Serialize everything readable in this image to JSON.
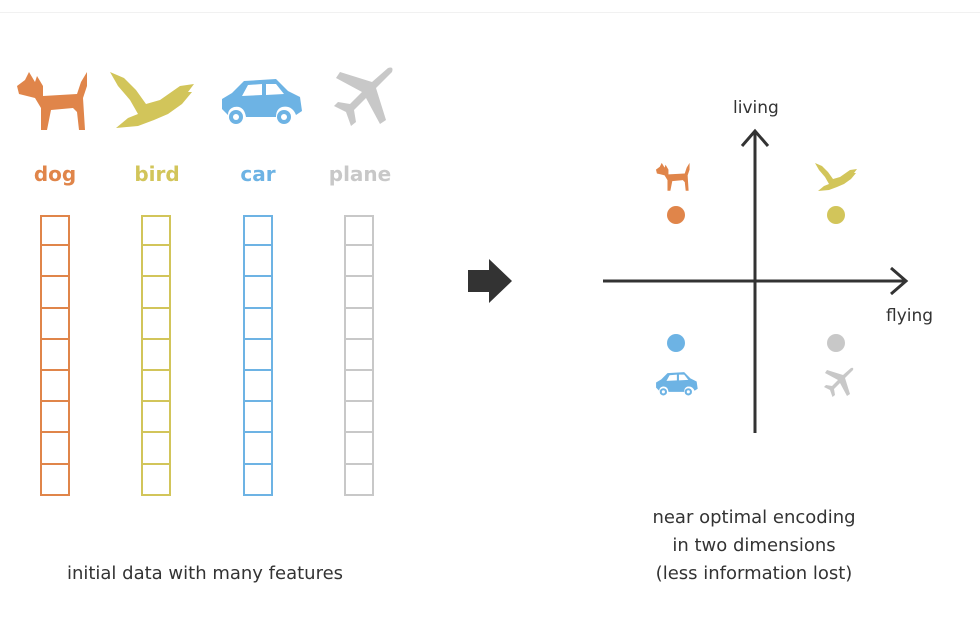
{
  "categories": [
    {
      "key": "dog",
      "label": "dog",
      "color": "#e0854a",
      "icon": "dog-icon"
    },
    {
      "key": "bird",
      "label": "bird",
      "color": "#d2c55a",
      "icon": "bird-icon"
    },
    {
      "key": "car",
      "label": "car",
      "color": "#6db3e4",
      "icon": "car-icon"
    },
    {
      "key": "plane",
      "label": "plane",
      "color": "#c8c8c8",
      "icon": "plane-icon"
    }
  ],
  "feature_cells_per_column": 9,
  "left_caption": "initial data with many features",
  "right_caption": [
    "near optimal encoding",
    "in two dimensions",
    "(less information lost)"
  ],
  "axes": {
    "y_label": "living",
    "x_label": "flying"
  },
  "arrow_icon": "right-arrow-icon",
  "axis_color": "#333333"
}
